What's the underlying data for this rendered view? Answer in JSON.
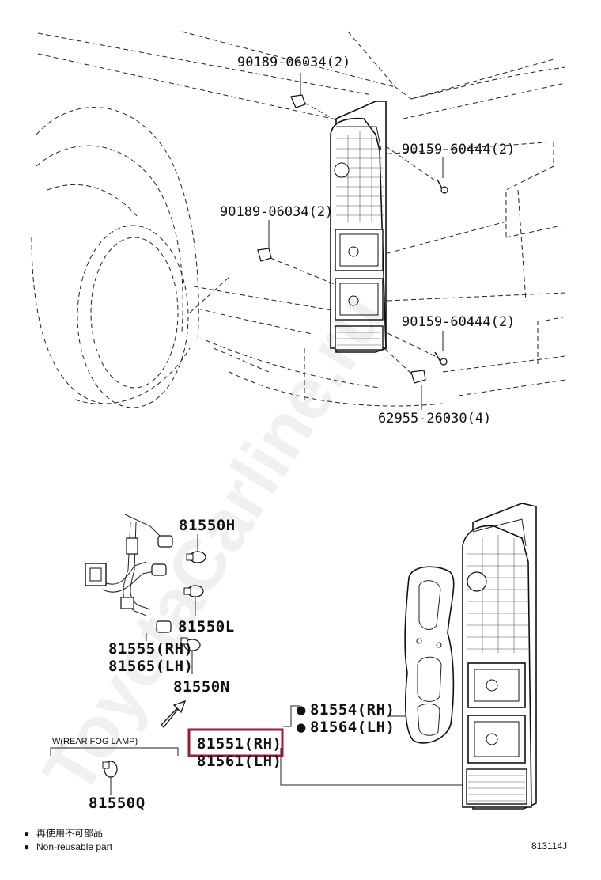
{
  "watermark": "ToyotaCarline.ru",
  "upper_view": {
    "labels": [
      {
        "id": "screw-top",
        "text": "90189-06034(2)"
      },
      {
        "id": "bolt-upper",
        "text": "90159-60444(2)"
      },
      {
        "id": "screw-mid",
        "text": "90189-06034(2)"
      },
      {
        "id": "bolt-lower",
        "text": "90159-60444(2)"
      },
      {
        "id": "clip",
        "text": "62955-26030(4)"
      }
    ]
  },
  "lower_view": {
    "labels": [
      {
        "id": "bulb-h",
        "text": "81550H"
      },
      {
        "id": "bulb-l",
        "text": "81550L"
      },
      {
        "id": "socket-rh",
        "text": "81555(RH)"
      },
      {
        "id": "socket-lh",
        "text": "81565(LH)"
      },
      {
        "id": "bulb-n",
        "text": "81550N"
      },
      {
        "id": "gasket-rh",
        "text": "81554(RH)"
      },
      {
        "id": "gasket-lh",
        "text": "81564(LH)"
      },
      {
        "id": "lamp-rh",
        "text": "81551(RH)"
      },
      {
        "id": "lamp-lh",
        "text": "81561(LH)"
      },
      {
        "id": "bulb-q",
        "text": "81550Q"
      }
    ],
    "fog_lamp_note": "W(REAR FOG LAMP)",
    "highlight_color": "#9b1d3a"
  },
  "legend": {
    "items": [
      {
        "marker": "●",
        "text": "再使用不可部品"
      },
      {
        "marker": "●",
        "text": "Non-reusable part"
      }
    ]
  },
  "diagram_id": "813114J"
}
